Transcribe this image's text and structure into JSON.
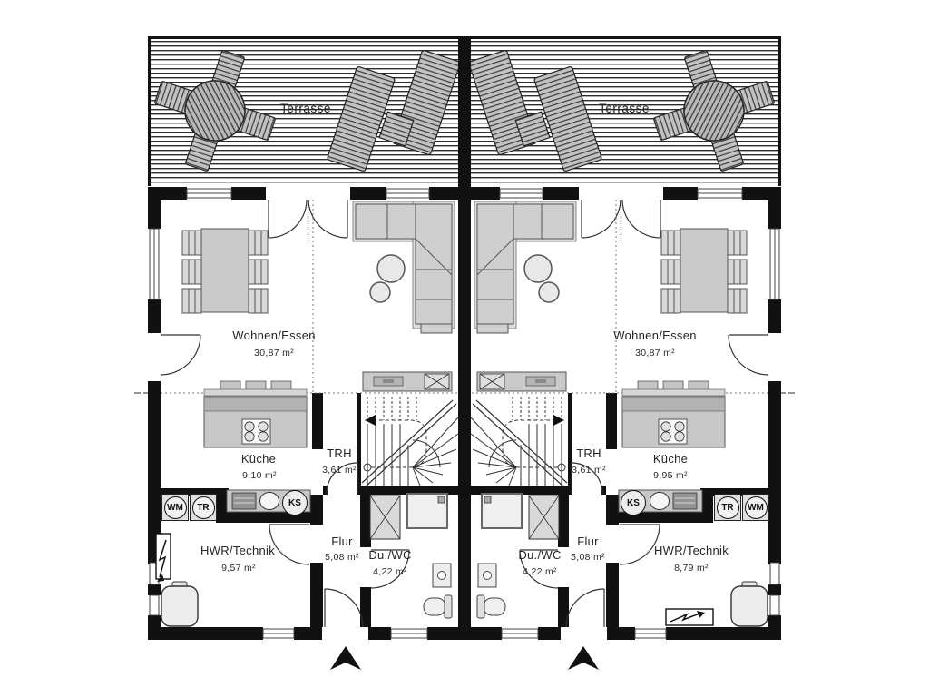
{
  "plan": {
    "terrace_label": "Terrasse",
    "units": [
      {
        "side": "left",
        "rooms": {
          "living": {
            "name": "Wohnen/Essen",
            "area": "30,87 m²"
          },
          "kitchen": {
            "name": "Küche",
            "area": "9,10 m²"
          },
          "stairwell": {
            "name": "TRH",
            "area": "3,61 m²"
          },
          "utility": {
            "name": "HWR/Technik",
            "area": "9,57 m²"
          },
          "hallway": {
            "name": "Flur",
            "area": "5,08 m²"
          },
          "bathroom": {
            "name": "Du./WC",
            "area": "4,22 m²"
          }
        },
        "appliances": {
          "washer": "WM",
          "dryer": "TR",
          "fridge": "KS"
        }
      },
      {
        "side": "right",
        "rooms": {
          "living": {
            "name": "Wohnen/Essen",
            "area": "30,87 m²"
          },
          "kitchen": {
            "name": "Küche",
            "area": "9,95 m²"
          },
          "stairwell": {
            "name": "TRH",
            "area": "3,61 m²"
          },
          "utility": {
            "name": "HWR/Technik",
            "area": "8,79 m²"
          },
          "hallway": {
            "name": "Flur",
            "area": "5,08 m²"
          },
          "bathroom": {
            "name": "Du./WC",
            "area": "4,22 m²"
          }
        },
        "appliances": {
          "washer": "WM",
          "dryer": "TR",
          "fridge": "KS"
        }
      }
    ],
    "colors": {
      "wall": "#111111",
      "furniture_fill": "#c9c9c9",
      "deck_line": "#2d2d2d",
      "label_text": "#252525"
    }
  }
}
